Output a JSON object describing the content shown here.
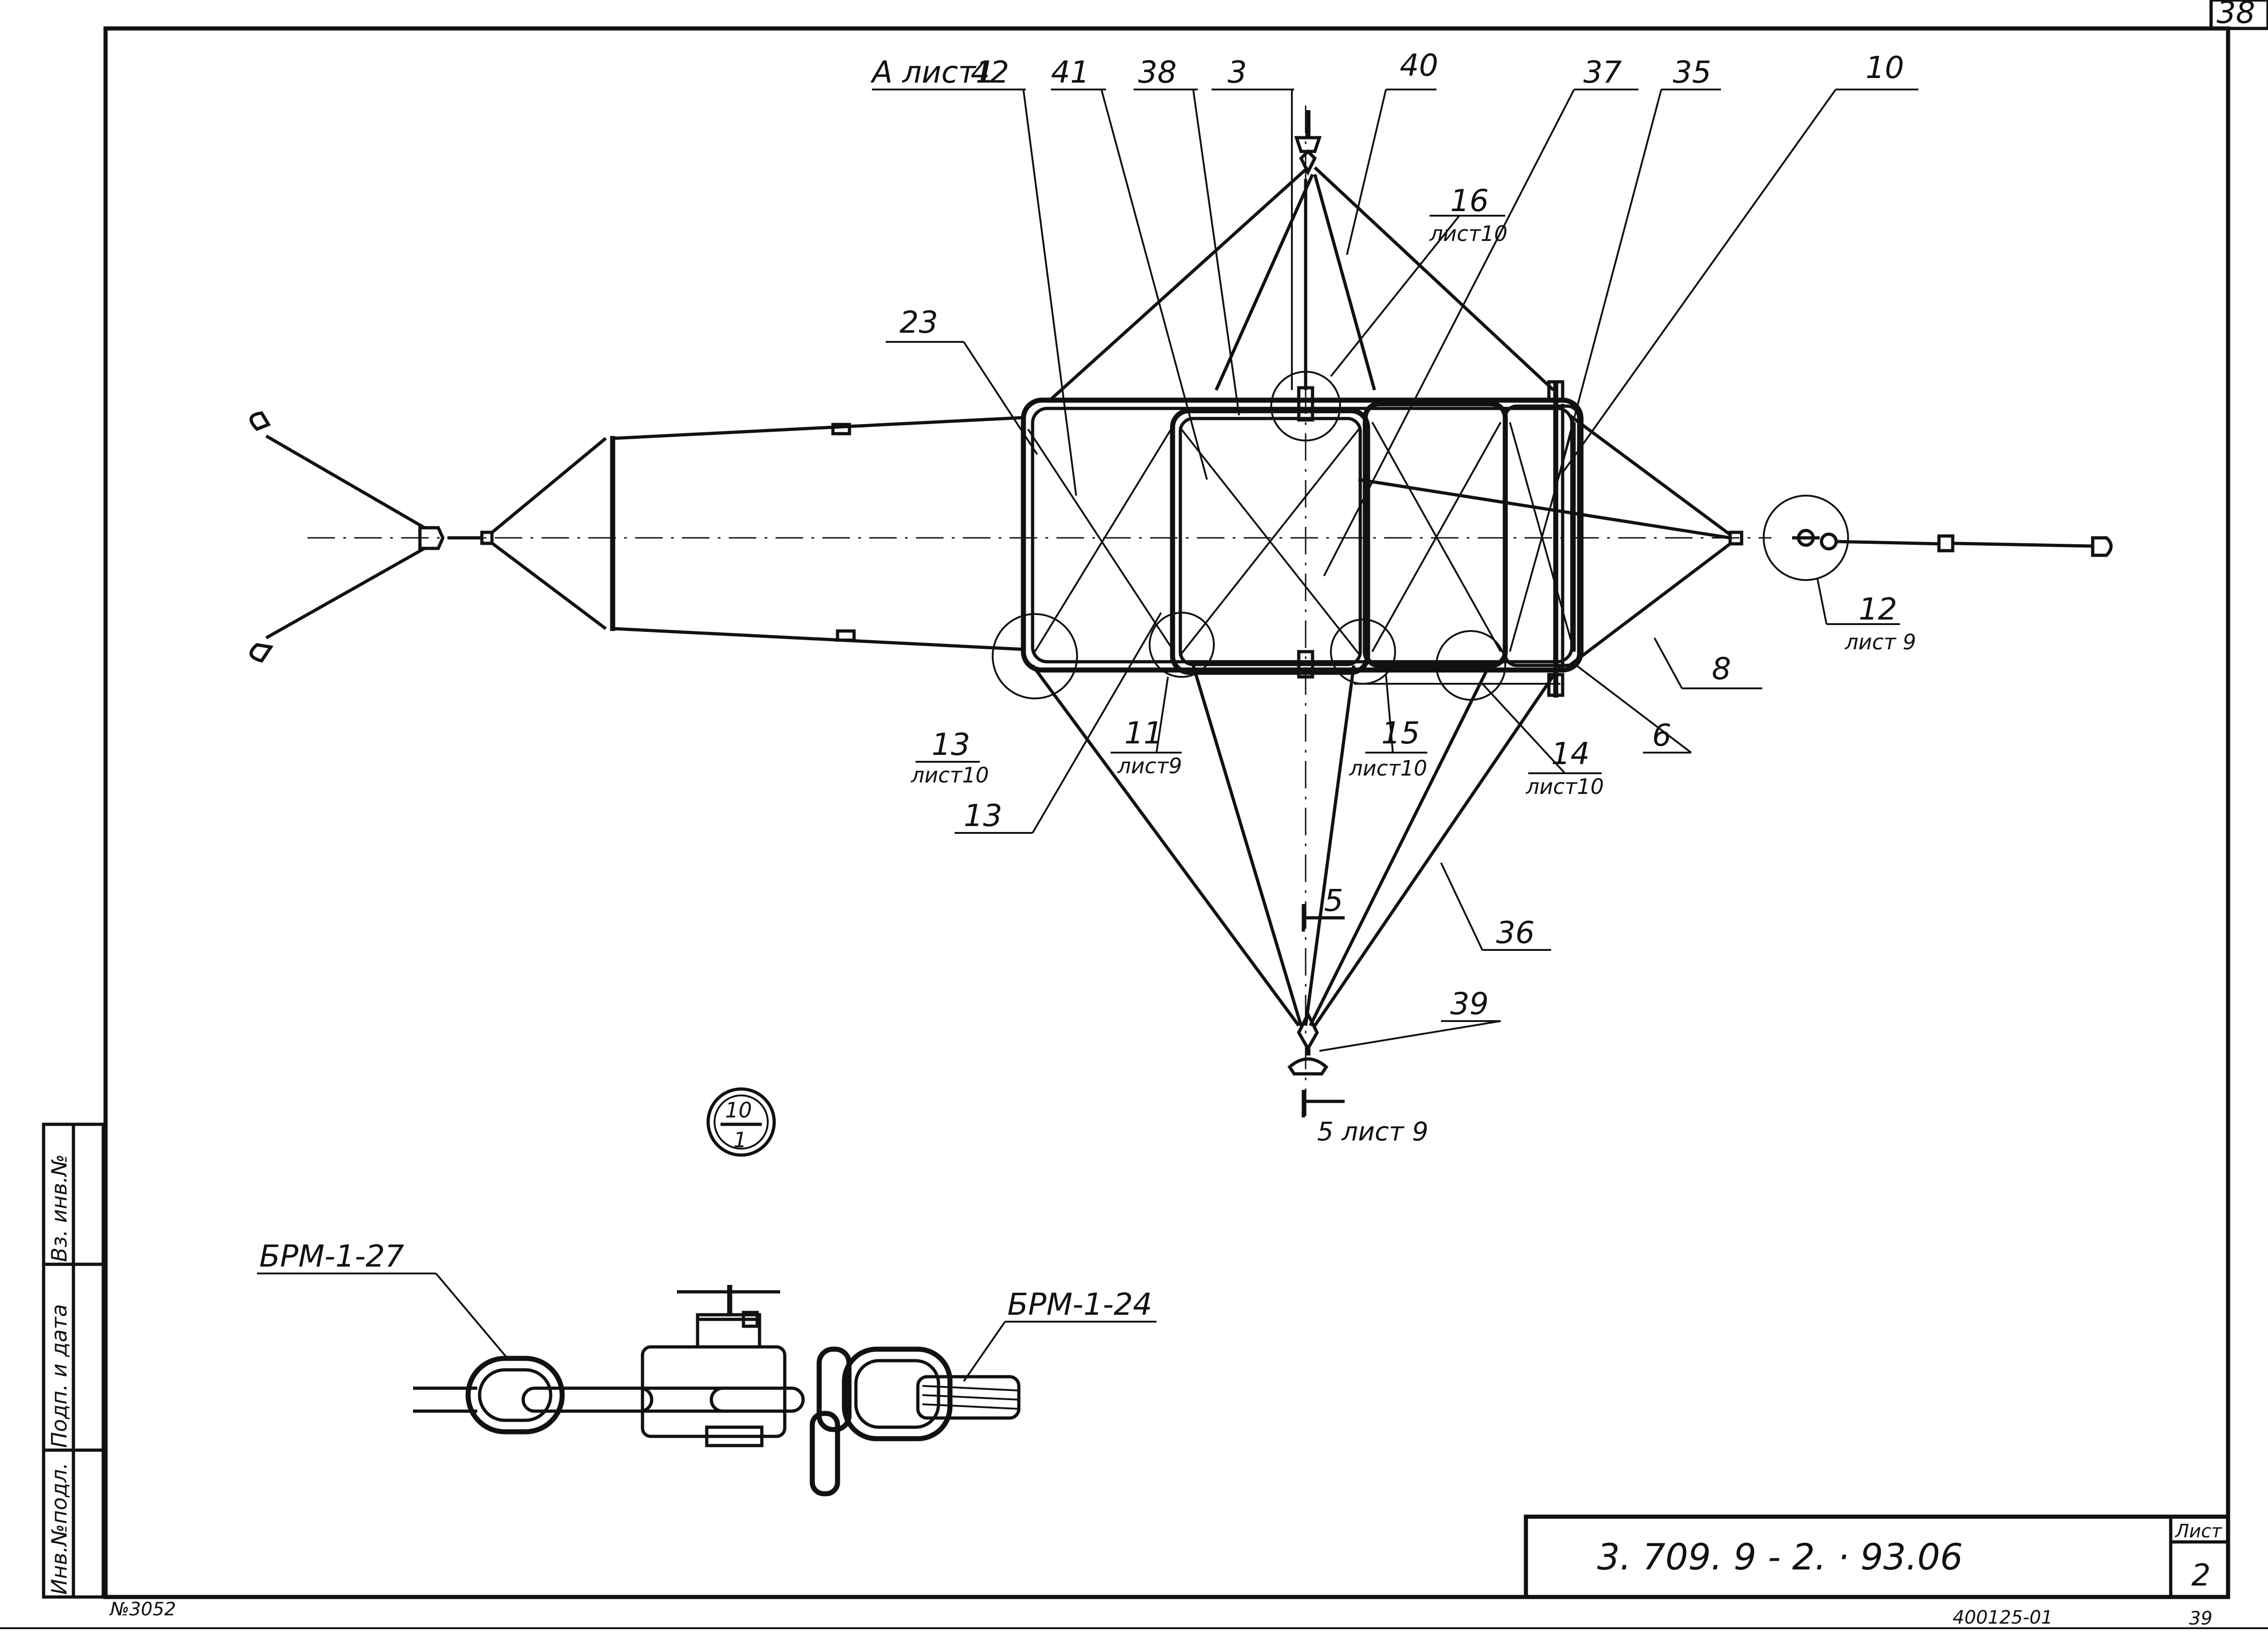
{
  "sheet": {
    "corner_top": "38",
    "corner_bottom": "39",
    "designation": "3. 709. 9 - 2. · 93.06",
    "sheet_label": "Лист",
    "sheet_number": "2",
    "archive_number": "400125-01",
    "inventory_stamp": "№3052"
  },
  "side_stamp": {
    "inv_no_podl": "Инв.№подл.",
    "podp_i_data": "Подп. и дата",
    "vz_inv_no": "Вз. инв.№"
  },
  "callouts": {
    "a_list1": "А лист1",
    "c42": "42",
    "c41": "41",
    "c38": "38",
    "c3": "3",
    "c40": "40",
    "c37": "37",
    "c35": "35",
    "c10": "10",
    "c16": "16",
    "c16_sheet": "лист10",
    "c23": "23",
    "c12": "12",
    "c12_sheet": "лист 9",
    "c8": "8",
    "c6": "6",
    "c13a": "13",
    "c13a_sheet": "лист10",
    "c13b": "13",
    "c11": "11",
    "c11_sheet": "лист9",
    "c15": "15",
    "c15_sheet": "лист10",
    "c14": "14",
    "c14_sheet": "лист10",
    "c5": "5",
    "c36": "36",
    "c39": "39",
    "section_ref": "5 лист 9",
    "view_top": "10",
    "view_bottom": "1"
  },
  "detail": {
    "brm_left": "БРМ-1-27",
    "brm_right": "БРМ-1-24"
  }
}
